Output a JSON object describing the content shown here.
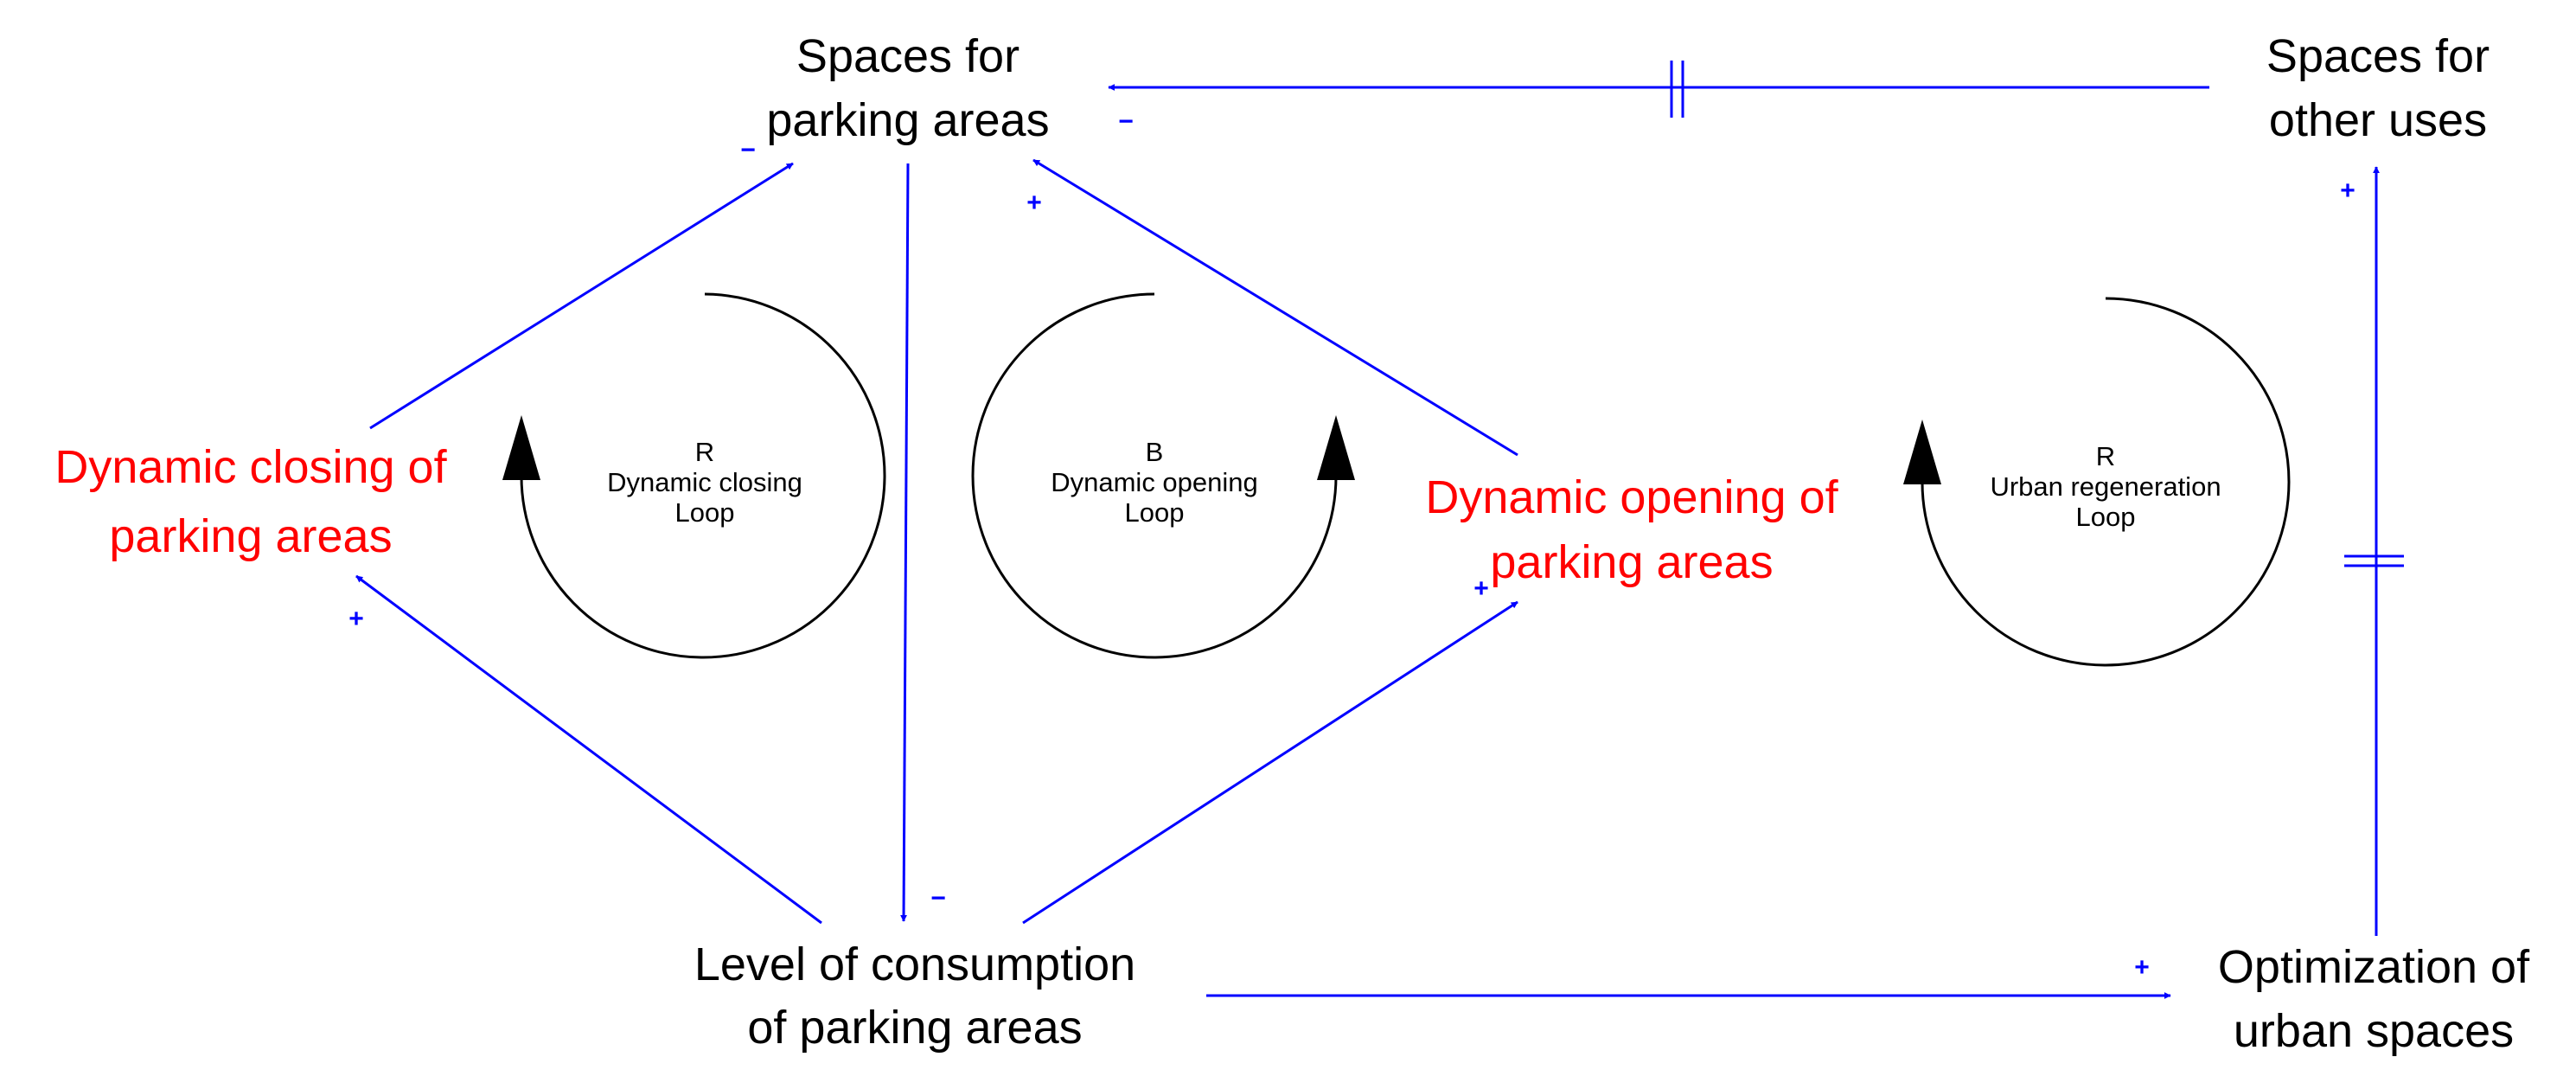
{
  "colors": {
    "link": "#0000ff",
    "highlight_text": "#ff0000",
    "text": "#000000",
    "loop": "#000000"
  },
  "nodes": {
    "spaces_parking": {
      "line1": "Spaces for",
      "line2": "parking areas"
    },
    "spaces_other": {
      "line1": "Spaces for",
      "line2": "other uses"
    },
    "dynamic_closing": {
      "line1": "Dynamic closing of",
      "line2": "parking areas"
    },
    "dynamic_opening": {
      "line1": "Dynamic opening of",
      "line2": "parking areas"
    },
    "consumption": {
      "line1": "Level of consumption",
      "line2": "of parking areas"
    },
    "optimization": {
      "line1": "Optimization of",
      "line2": "urban spaces"
    }
  },
  "loops": {
    "closing": {
      "type": "R",
      "line1": "Dynamic closing",
      "line2": "Loop"
    },
    "opening": {
      "type": "B",
      "line1": "Dynamic opening",
      "line2": "Loop"
    },
    "regeneration": {
      "type": "R",
      "line1": "Urban regeneration",
      "line2": "Loop"
    }
  },
  "polarities": {
    "other_to_parking": "−",
    "closing_to_parking": "−",
    "opening_to_parking": "+",
    "consumption_to_closing": "+",
    "consumption_to_opening": "+",
    "parking_to_consumption": "−",
    "consumption_to_optimization": "+",
    "optimization_to_other": "+"
  }
}
